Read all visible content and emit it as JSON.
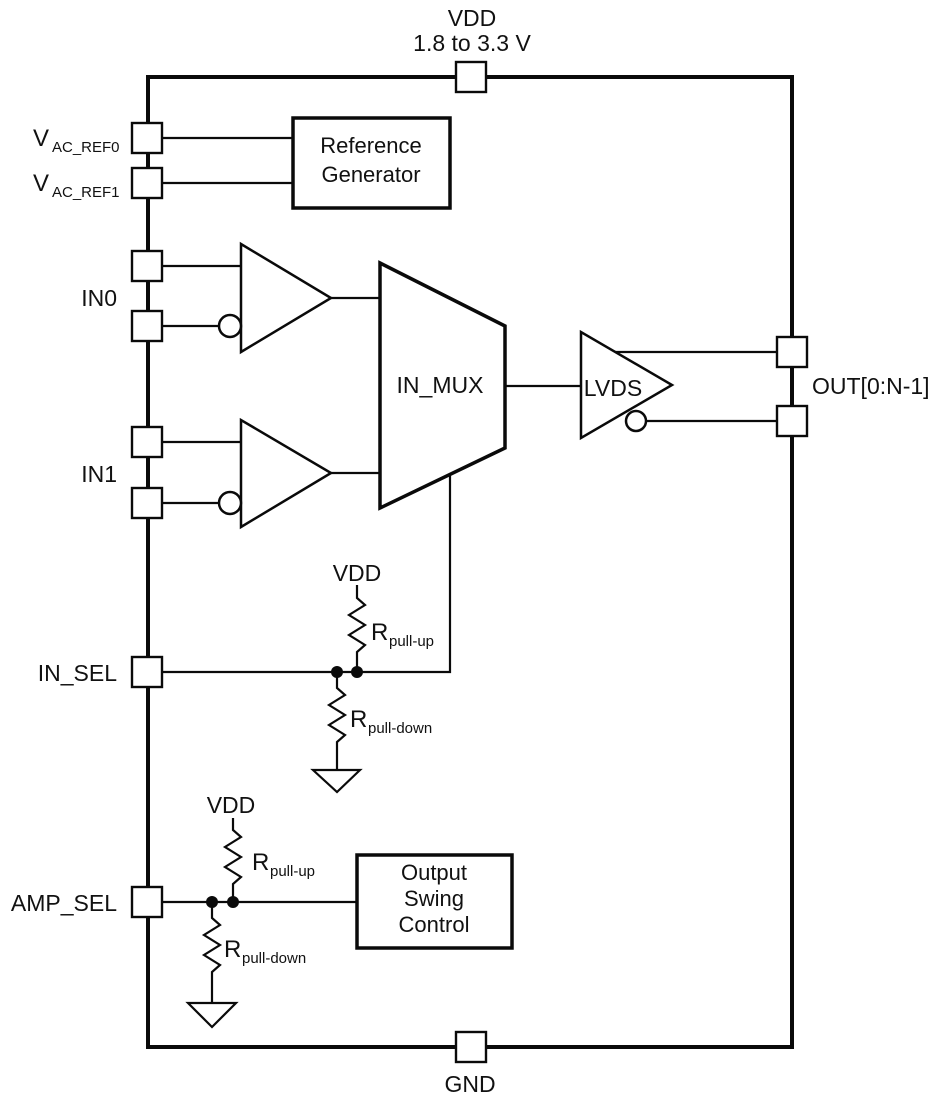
{
  "chip": {
    "power": {
      "label": "VDD",
      "range": "1.8 to 3.3 V"
    },
    "ground": {
      "label": "GND"
    },
    "pins": {
      "vac_ref0": {
        "base": "V",
        "sub": "AC_REF0"
      },
      "vac_ref1": {
        "base": "V",
        "sub": "AC_REF1"
      },
      "in0": {
        "label": "IN0"
      },
      "in1": {
        "label": "IN1"
      },
      "in_sel": {
        "label": "IN_SEL"
      },
      "amp_sel": {
        "label": "AMP_SEL"
      },
      "out": {
        "label": "OUT[0:N-1]"
      }
    },
    "blocks": {
      "reference_generator": {
        "line1": "Reference",
        "line2": "Generator"
      },
      "in_mux": {
        "label": "IN_MUX"
      },
      "lvds": {
        "label": "LVDS"
      },
      "output_swing_control": {
        "line1": "Output",
        "line2": "Swing",
        "line3": "Control"
      }
    },
    "pull_network": {
      "vdd": "VDD",
      "pull_up": {
        "base": "R",
        "sub": "pull-up"
      },
      "pull_down": {
        "base": "R",
        "sub": "pull-down"
      }
    },
    "colors": {
      "line": "#0a0a0a",
      "background": "#ffffff",
      "text": "#111111"
    }
  }
}
